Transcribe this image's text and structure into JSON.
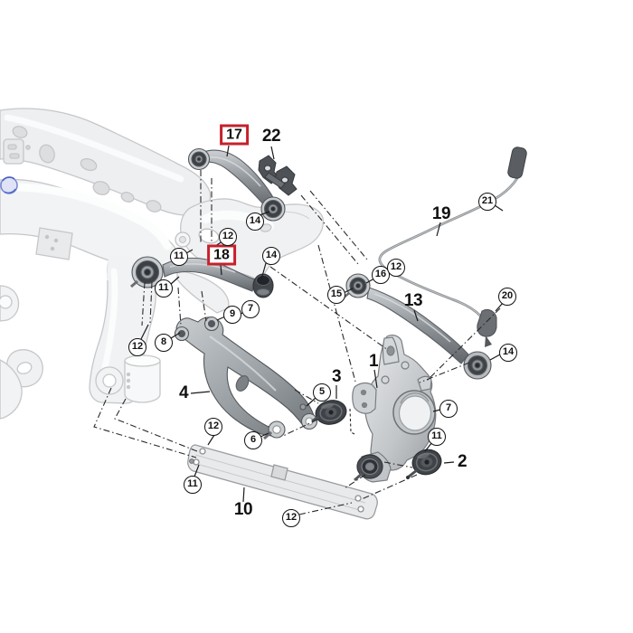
{
  "diagram": {
    "kind": "exploded-parts-diagram",
    "subject": "rear-axle-suspension",
    "background": "#ffffff",
    "highlight_color": "#c5212b",
    "boxed_callouts": [
      {
        "text": "17"
      },
      {
        "text": "18"
      }
    ],
    "bold_callouts": [
      {
        "text": "22"
      },
      {
        "text": "19"
      },
      {
        "text": "13"
      },
      {
        "text": "1"
      },
      {
        "text": "3"
      },
      {
        "text": "4"
      },
      {
        "text": "2"
      },
      {
        "text": "10"
      }
    ],
    "circle_callouts": [
      {
        "text": "14"
      },
      {
        "text": "12"
      },
      {
        "text": "11"
      },
      {
        "text": "14"
      },
      {
        "text": "11"
      },
      {
        "text": "15"
      },
      {
        "text": "16"
      },
      {
        "text": "12"
      },
      {
        "text": "21"
      },
      {
        "text": "9"
      },
      {
        "text": "7"
      },
      {
        "text": "8"
      },
      {
        "text": "12"
      },
      {
        "text": "20"
      },
      {
        "text": "14"
      },
      {
        "text": "5"
      },
      {
        "text": "6"
      },
      {
        "text": "7"
      },
      {
        "text": "11"
      },
      {
        "text": "12"
      },
      {
        "text": "11"
      },
      {
        "text": "12"
      }
    ]
  }
}
